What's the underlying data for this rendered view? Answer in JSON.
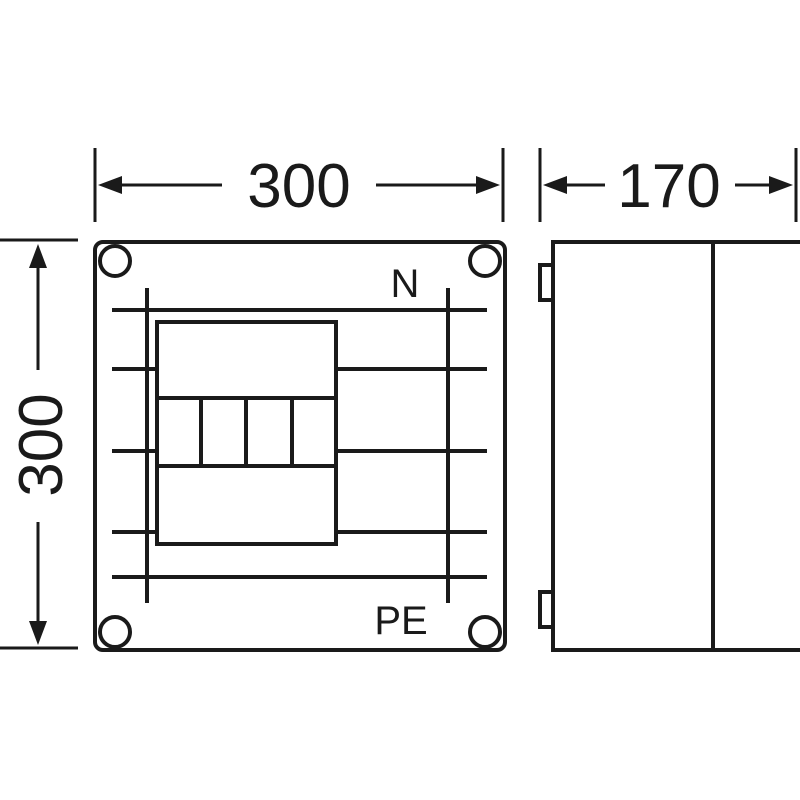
{
  "dimensions": {
    "front_width": "300",
    "side_depth": "170",
    "front_height": "300"
  },
  "terminal_labels": {
    "neutral": "N",
    "protective_earth": "PE"
  }
}
